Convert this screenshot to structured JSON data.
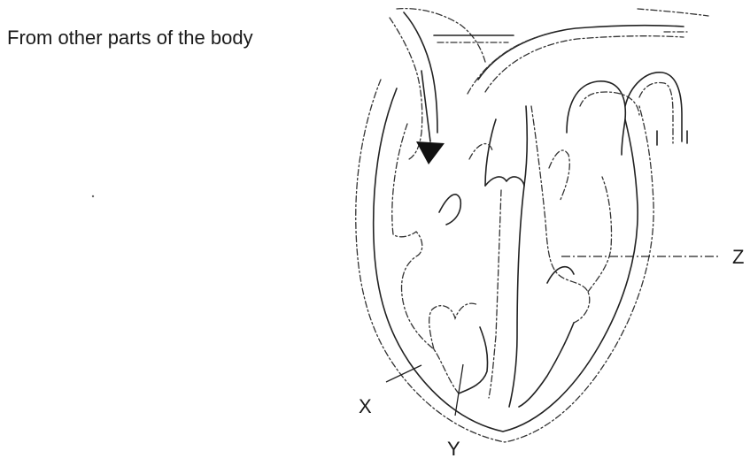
{
  "diagram": {
    "annotation": "From other parts of the body",
    "labels": {
      "x": "X",
      "y": "Y",
      "z": "Z"
    }
  }
}
